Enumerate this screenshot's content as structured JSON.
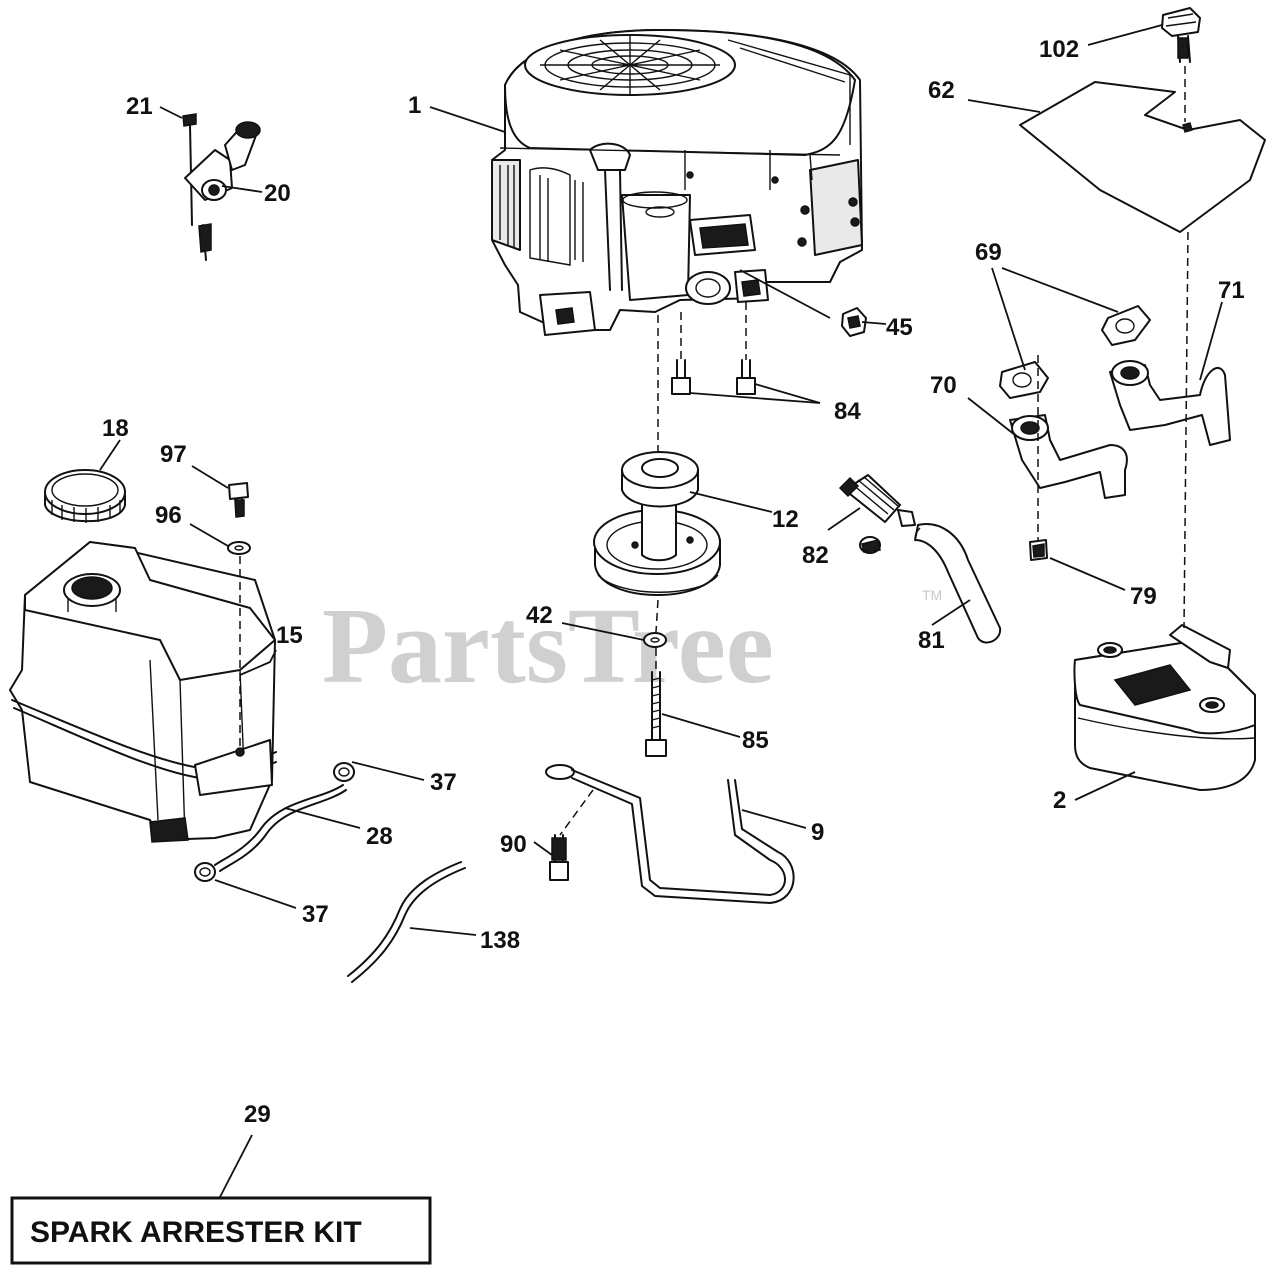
{
  "watermark": {
    "text": "PartsTree",
    "trademark": "TM"
  },
  "callouts": {
    "c1": "1",
    "c2": "2",
    "c9": "9",
    "c12": "12",
    "c15": "15",
    "c18": "18",
    "c20": "20",
    "c21": "21",
    "c28": "28",
    "c29": "29",
    "c37a": "37",
    "c37b": "37",
    "c42": "42",
    "c45": "45",
    "c62": "62",
    "c69": "69",
    "c70": "70",
    "c71": "71",
    "c79": "79",
    "c81": "81",
    "c82": "82",
    "c84": "84",
    "c85": "85",
    "c90": "90",
    "c96": "96",
    "c97": "97",
    "c102": "102",
    "c138": "138"
  },
  "spark_arrester_kit": {
    "label": "SPARK ARRESTER KIT"
  }
}
